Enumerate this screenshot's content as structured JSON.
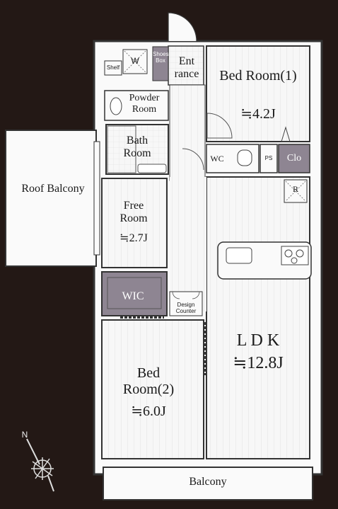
{
  "rooms": {
    "entrance": "Ent rance",
    "shelf": "Shelf",
    "w": "W",
    "shoes_box": "Shoes Box",
    "powder_room": "Powder Room",
    "bath_room": "Bath Room",
    "bed_room_1": {
      "name": "Bed Room(1)",
      "size": "≒4.2J"
    },
    "wc": "WC",
    "ps": "PS",
    "clo": "Clo",
    "r": "R",
    "roof_balcony": "Roof Balcony",
    "free_room": {
      "name": "Free Room",
      "size": "≒2.7J"
    },
    "wic": "WIC",
    "design_counter": "Design Counter",
    "ldk": {
      "name": "L D K",
      "size": "≒12.8J"
    },
    "bed_room_2": {
      "name": "Bed Room(2)",
      "size": "≒6.0J"
    },
    "balcony": "Balcony"
  },
  "compass": {
    "north_label": "N"
  },
  "colors": {
    "background": "#231815",
    "floor": "#f4f4f4",
    "purple": "#8e8592",
    "wall": "#3a3a3a"
  }
}
